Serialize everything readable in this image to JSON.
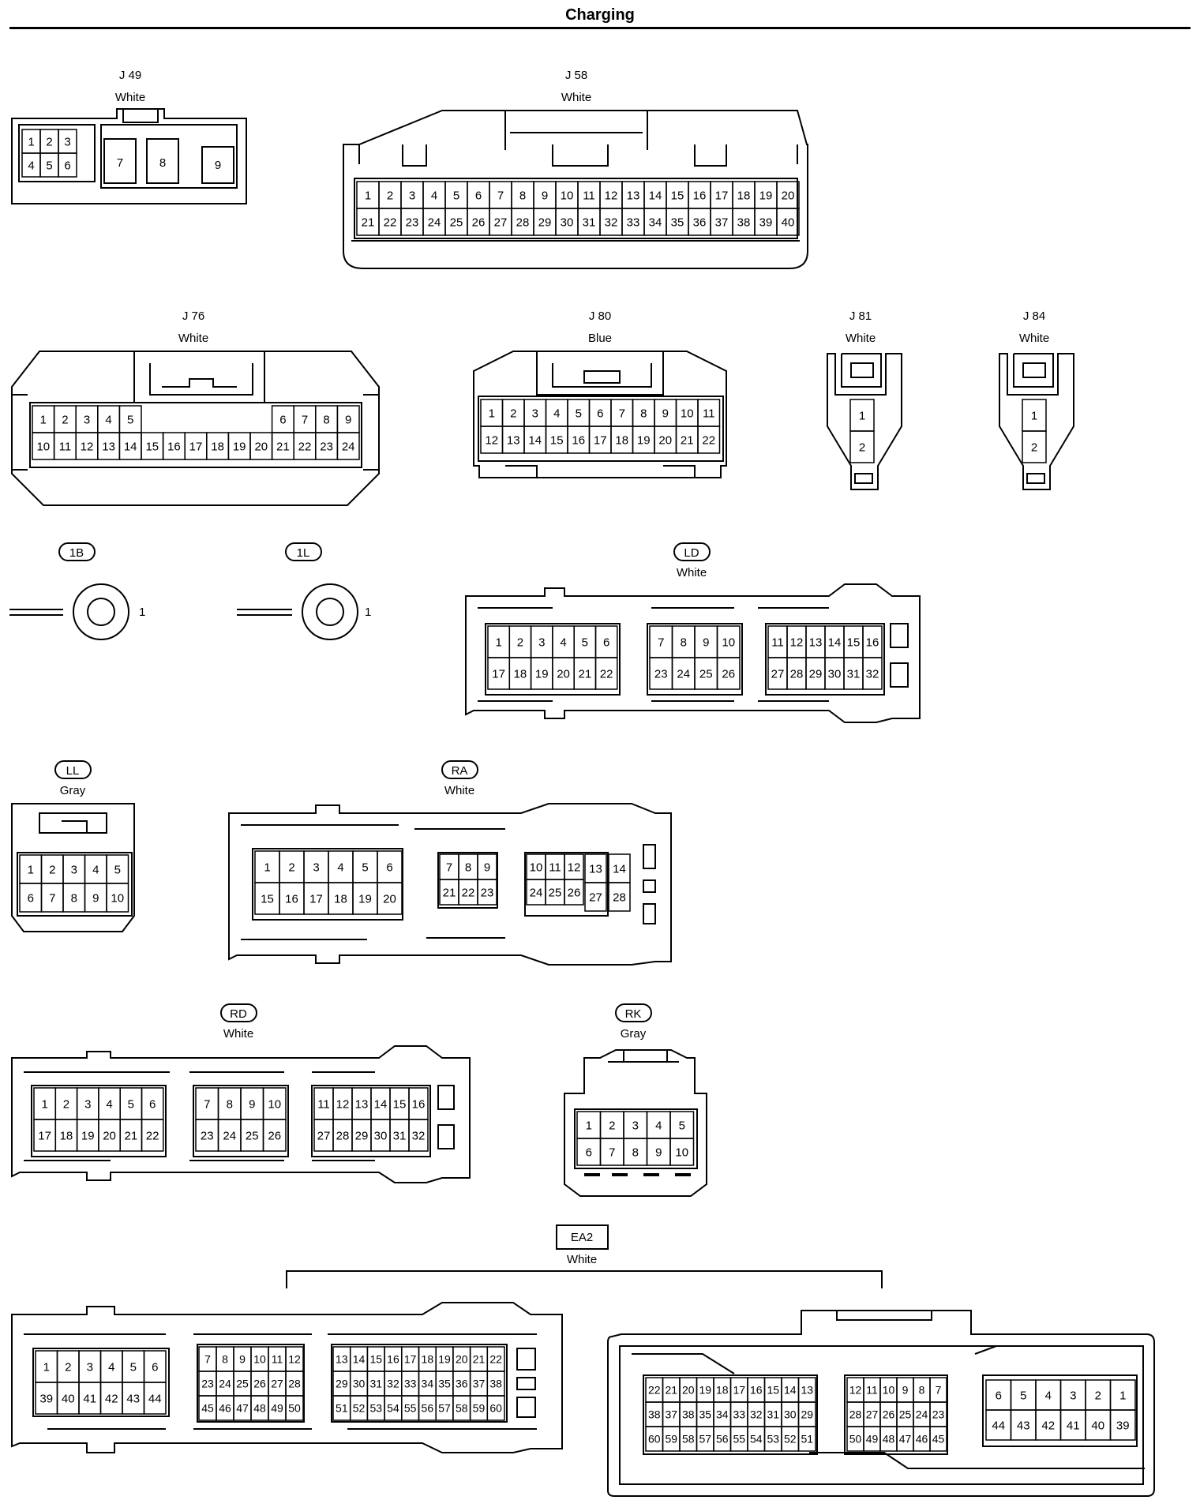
{
  "title": "Charging",
  "connectors": [
    {
      "id": "j49",
      "name": "J 49",
      "color": "White",
      "labelStyle": "plain",
      "groups": [
        {
          "cols": 3,
          "rows": [
            [
              "1",
              "2",
              "3"
            ],
            [
              "4",
              "5",
              "6"
            ]
          ]
        }
      ],
      "cavities": [
        "7",
        "8",
        "9"
      ]
    },
    {
      "id": "j58",
      "name": "J 58",
      "color": "White",
      "labelStyle": "plain",
      "groups": [
        {
          "cols": 20,
          "rows": [
            [
              "1",
              "2",
              "3",
              "4",
              "5",
              "6",
              "7",
              "8",
              "9",
              "10",
              "11",
              "12",
              "13",
              "14",
              "15",
              "16",
              "17",
              "18",
              "19",
              "20"
            ],
            [
              "21",
              "22",
              "23",
              "24",
              "25",
              "26",
              "27",
              "28",
              "29",
              "30",
              "31",
              "32",
              "33",
              "34",
              "35",
              "36",
              "37",
              "38",
              "39",
              "40"
            ]
          ]
        }
      ]
    },
    {
      "id": "j76",
      "name": "J 76",
      "color": "White",
      "labelStyle": "plain",
      "groups": [
        {
          "cols": 15,
          "rows": [
            [
              "1",
              "2",
              "3",
              "4",
              "5",
              "",
              "",
              "",
              "",
              "",
              "",
              "6",
              "7",
              "8",
              "9"
            ],
            [
              "10",
              "11",
              "12",
              "13",
              "14",
              "15",
              "16",
              "17",
              "18",
              "19",
              "20",
              "21",
              "22",
              "23",
              "24"
            ]
          ]
        }
      ]
    },
    {
      "id": "j80",
      "name": "J 80",
      "color": "Blue",
      "labelStyle": "plain",
      "groups": [
        {
          "cols": 11,
          "rows": [
            [
              "1",
              "2",
              "3",
              "4",
              "5",
              "6",
              "7",
              "8",
              "9",
              "10",
              "11"
            ],
            [
              "12",
              "13",
              "14",
              "15",
              "16",
              "17",
              "18",
              "19",
              "20",
              "21",
              "22"
            ]
          ]
        }
      ]
    },
    {
      "id": "j81",
      "name": "J 81",
      "color": "White",
      "labelStyle": "plain",
      "groups": [
        {
          "cols": 1,
          "rows": [
            [
              "1"
            ],
            [
              "2"
            ]
          ]
        }
      ]
    },
    {
      "id": "j84",
      "name": "J 84",
      "color": "White",
      "labelStyle": "plain",
      "groups": [
        {
          "cols": 1,
          "rows": [
            [
              "1"
            ],
            [
              "2"
            ]
          ]
        }
      ]
    },
    {
      "id": "c1b",
      "name": "1B",
      "color": "",
      "labelStyle": "oval",
      "terminal": "1"
    },
    {
      "id": "c1l",
      "name": "1L",
      "color": "",
      "labelStyle": "oval",
      "terminal": "1"
    },
    {
      "id": "ld",
      "name": "LD",
      "color": "White",
      "labelStyle": "oval",
      "groups": [
        {
          "cols": 6,
          "rows": [
            [
              "1",
              "2",
              "3",
              "4",
              "5",
              "6"
            ],
            [
              "17",
              "18",
              "19",
              "20",
              "21",
              "22"
            ]
          ]
        },
        {
          "cols": 4,
          "rows": [
            [
              "7",
              "8",
              "9",
              "10"
            ],
            [
              "23",
              "24",
              "25",
              "26"
            ]
          ]
        },
        {
          "cols": 6,
          "rows": [
            [
              "11",
              "12",
              "13",
              "14",
              "15",
              "16"
            ],
            [
              "27",
              "28",
              "29",
              "30",
              "31",
              "32"
            ]
          ]
        }
      ]
    },
    {
      "id": "ll",
      "name": "LL",
      "color": "Gray",
      "labelStyle": "oval",
      "groups": [
        {
          "cols": 5,
          "rows": [
            [
              "1",
              "2",
              "3",
              "4",
              "5"
            ],
            [
              "6",
              "7",
              "8",
              "9",
              "10"
            ]
          ]
        }
      ]
    },
    {
      "id": "ra",
      "name": "RA",
      "color": "White",
      "labelStyle": "oval",
      "groups": [
        {
          "cols": 6,
          "rows": [
            [
              "1",
              "2",
              "3",
              "4",
              "5",
              "6"
            ],
            [
              "15",
              "16",
              "17",
              "18",
              "19",
              "20"
            ]
          ]
        },
        {
          "cols": 3,
          "rows": [
            [
              "7",
              "8",
              "9"
            ],
            [
              "21",
              "22",
              "23"
            ]
          ]
        },
        {
          "cols": 3,
          "rows": [
            [
              "10",
              "11",
              "12"
            ],
            [
              "24",
              "25",
              "26"
            ]
          ]
        },
        {
          "cols": 1,
          "rows": [
            [
              "13"
            ],
            [
              "27"
            ]
          ]
        },
        {
          "cols": 1,
          "rows": [
            [
              "14"
            ],
            [
              "28"
            ]
          ]
        }
      ]
    },
    {
      "id": "rd",
      "name": "RD",
      "color": "White",
      "labelStyle": "oval",
      "groups": [
        {
          "cols": 6,
          "rows": [
            [
              "1",
              "2",
              "3",
              "4",
              "5",
              "6"
            ],
            [
              "17",
              "18",
              "19",
              "20",
              "21",
              "22"
            ]
          ]
        },
        {
          "cols": 4,
          "rows": [
            [
              "7",
              "8",
              "9",
              "10"
            ],
            [
              "23",
              "24",
              "25",
              "26"
            ]
          ]
        },
        {
          "cols": 6,
          "rows": [
            [
              "11",
              "12",
              "13",
              "14",
              "15",
              "16"
            ],
            [
              "27",
              "28",
              "29",
              "30",
              "31",
              "32"
            ]
          ]
        }
      ]
    },
    {
      "id": "rk",
      "name": "RK",
      "color": "Gray",
      "labelStyle": "oval",
      "groups": [
        {
          "cols": 5,
          "rows": [
            [
              "1",
              "2",
              "3",
              "4",
              "5"
            ],
            [
              "6",
              "7",
              "8",
              "9",
              "10"
            ]
          ]
        }
      ]
    },
    {
      "id": "ea2",
      "name": "EA2",
      "color": "White",
      "labelStyle": "box",
      "groups": [
        {
          "cols": 6,
          "rows": [
            [
              "1",
              "2",
              "3",
              "4",
              "5",
              "6"
            ],
            [
              "39",
              "40",
              "41",
              "42",
              "43",
              "44"
            ]
          ]
        },
        {
          "cols": 6,
          "rows": [
            [
              "7",
              "8",
              "9",
              "10",
              "11",
              "12"
            ],
            [
              "23",
              "24",
              "25",
              "26",
              "27",
              "28"
            ],
            [
              "45",
              "46",
              "47",
              "48",
              "49",
              "50"
            ]
          ]
        },
        {
          "cols": 8,
          "rows": [
            [
              "13",
              "14",
              "15",
              "16",
              "17",
              "18",
              "19",
              "20",
              "21",
              "22"
            ],
            [
              "29",
              "30",
              "31",
              "32",
              "33",
              "34",
              "35",
              "36",
              "37",
              "38"
            ],
            [
              "51",
              "52",
              "53",
              "54",
              "55",
              "56",
              "57",
              "58",
              "59",
              "60"
            ]
          ]
        },
        {
          "cols": 10,
          "rows": [
            [
              "22",
              "21",
              "20",
              "19",
              "18",
              "17",
              "16",
              "15",
              "14",
              "13"
            ],
            [
              "38",
              "37",
              "38",
              "35",
              "34",
              "33",
              "32",
              "31",
              "30",
              "29"
            ],
            [
              "60",
              "59",
              "58",
              "57",
              "56",
              "55",
              "54",
              "53",
              "52",
              "51"
            ]
          ]
        },
        {
          "cols": 6,
          "rows": [
            [
              "12",
              "11",
              "10",
              "9",
              "8",
              "7"
            ],
            [
              "28",
              "27",
              "26",
              "25",
              "24",
              "23"
            ],
            [
              "50",
              "49",
              "48",
              "47",
              "46",
              "45"
            ]
          ]
        },
        {
          "cols": 6,
          "rows": [
            [
              "6",
              "5",
              "4",
              "3",
              "2",
              "1"
            ],
            [
              "44",
              "43",
              "42",
              "41",
              "40",
              "39"
            ]
          ]
        }
      ]
    }
  ]
}
